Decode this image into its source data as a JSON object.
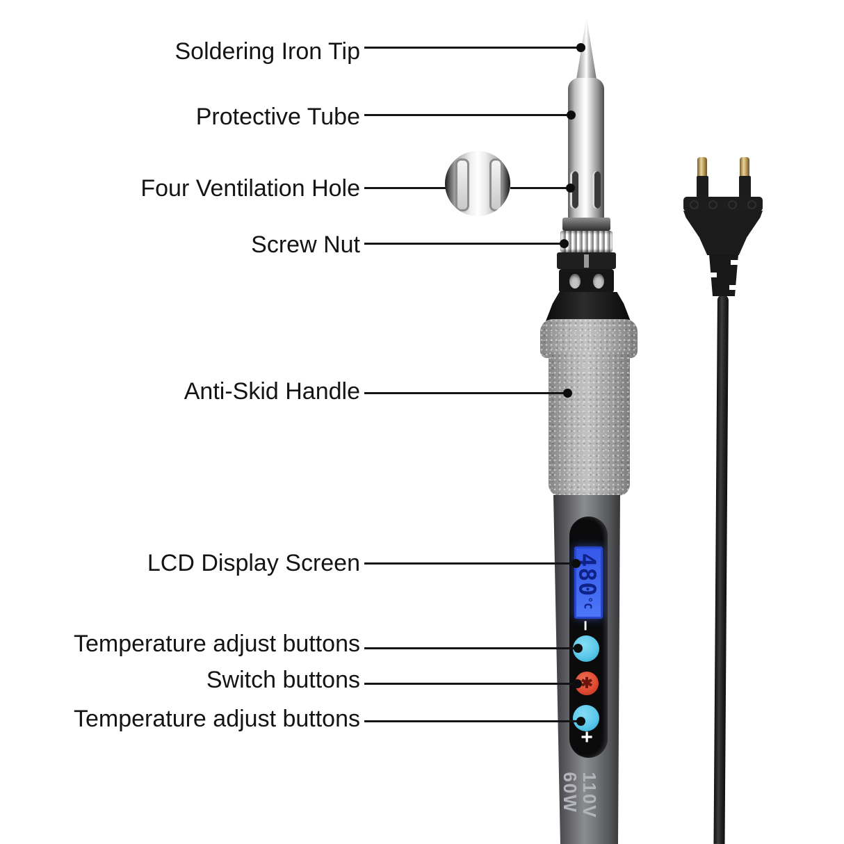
{
  "labels": [
    {
      "text": "Soldering Iron Tip"
    },
    {
      "text": "Protective Tube"
    },
    {
      "text": "Four Ventilation Hole"
    },
    {
      "text": "Screw Nut"
    },
    {
      "text": "Anti-Skid Handle"
    },
    {
      "text": "LCD Display Screen"
    },
    {
      "text": "Temperature adjust buttons"
    },
    {
      "text": "Switch buttons"
    },
    {
      "text": "Temperature adjust buttons"
    }
  ],
  "device": {
    "lcd": {
      "value": "480",
      "unit": "°C"
    },
    "buttons": {
      "minus": "−",
      "switch_glyph": "✱",
      "plus": "+"
    },
    "markings": {
      "voltage": "110V",
      "wattage": "60W"
    }
  },
  "colors": {
    "lcd_blue": "#3c63ea",
    "lcd_border": "#2746c8",
    "digit_navy": "#0e2288",
    "btn_blue": "#5bc8ea",
    "btn_red": "#e04a33",
    "body_gray": "#77787c",
    "handle_gray": "#a9a9a9"
  }
}
